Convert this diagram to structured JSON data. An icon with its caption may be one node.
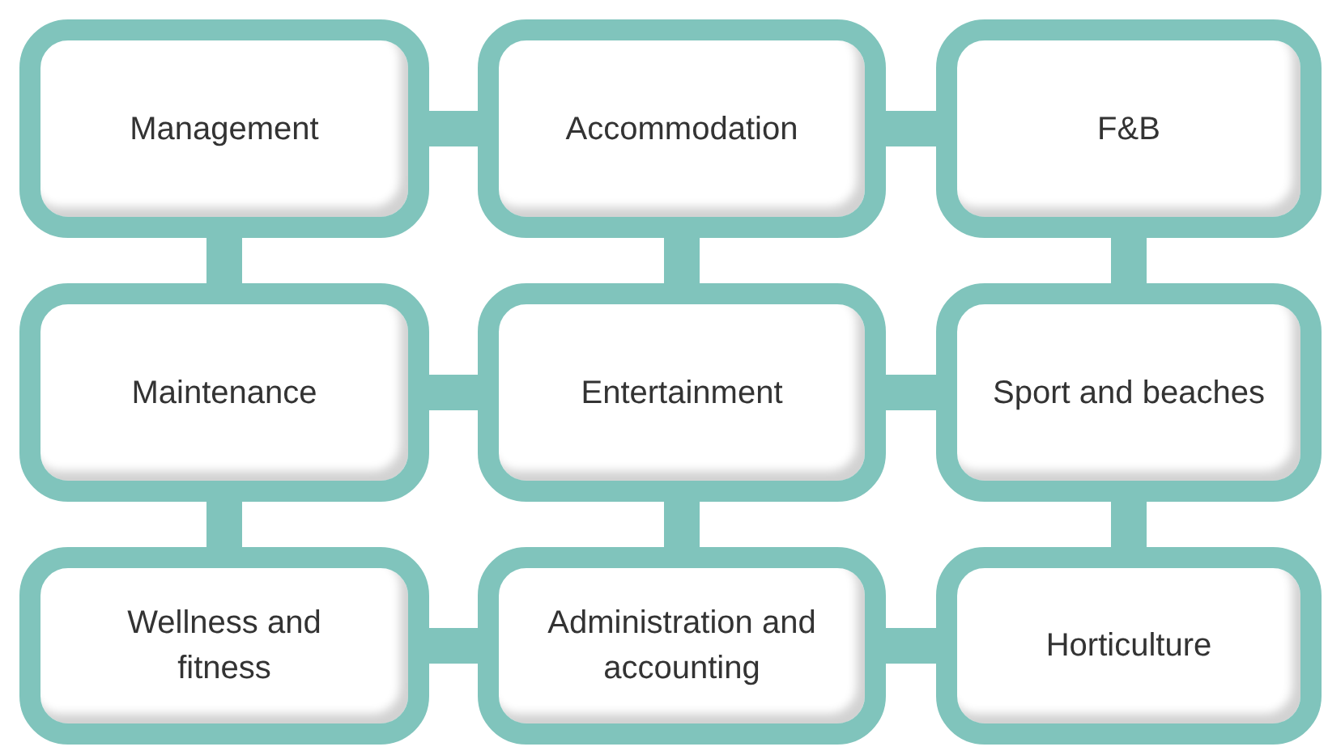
{
  "diagram": {
    "nodes": [
      {
        "text": [
          "Management"
        ]
      },
      {
        "text": [
          "Accommodation"
        ]
      },
      {
        "text": [
          "F&B"
        ]
      },
      {
        "text": [
          "Maintenance"
        ]
      },
      {
        "text": [
          "Entertainment"
        ]
      },
      {
        "text": [
          "Sport and beaches"
        ]
      },
      {
        "text": [
          "Wellness and fitness"
        ]
      },
      {
        "text": [
          "Administration and accounting"
        ]
      },
      {
        "text": [
          "Horticulture"
        ]
      }
    ],
    "edges": [
      {
        "from": 0,
        "to": 1,
        "arrow": "none"
      },
      {
        "from": 1,
        "to": 2,
        "arrow": "none"
      },
      {
        "from": 0,
        "to": 3,
        "arrow": "none"
      },
      {
        "from": 1,
        "to": 4,
        "arrow": "none"
      },
      {
        "from": 2,
        "to": 5,
        "arrow": "none"
      },
      {
        "from": 3,
        "to": 4,
        "arrow": "none"
      },
      {
        "from": 4,
        "to": 5,
        "arrow": "none"
      },
      {
        "from": 3,
        "to": 6,
        "arrow": "none"
      },
      {
        "from": 4,
        "to": 7,
        "arrow": "none"
      },
      {
        "from": 5,
        "to": 8,
        "arrow": "none"
      },
      {
        "from": 6,
        "to": 7,
        "arrow": "none"
      },
      {
        "from": 7,
        "to": 8,
        "arrow": "none"
      }
    ]
  }
}
